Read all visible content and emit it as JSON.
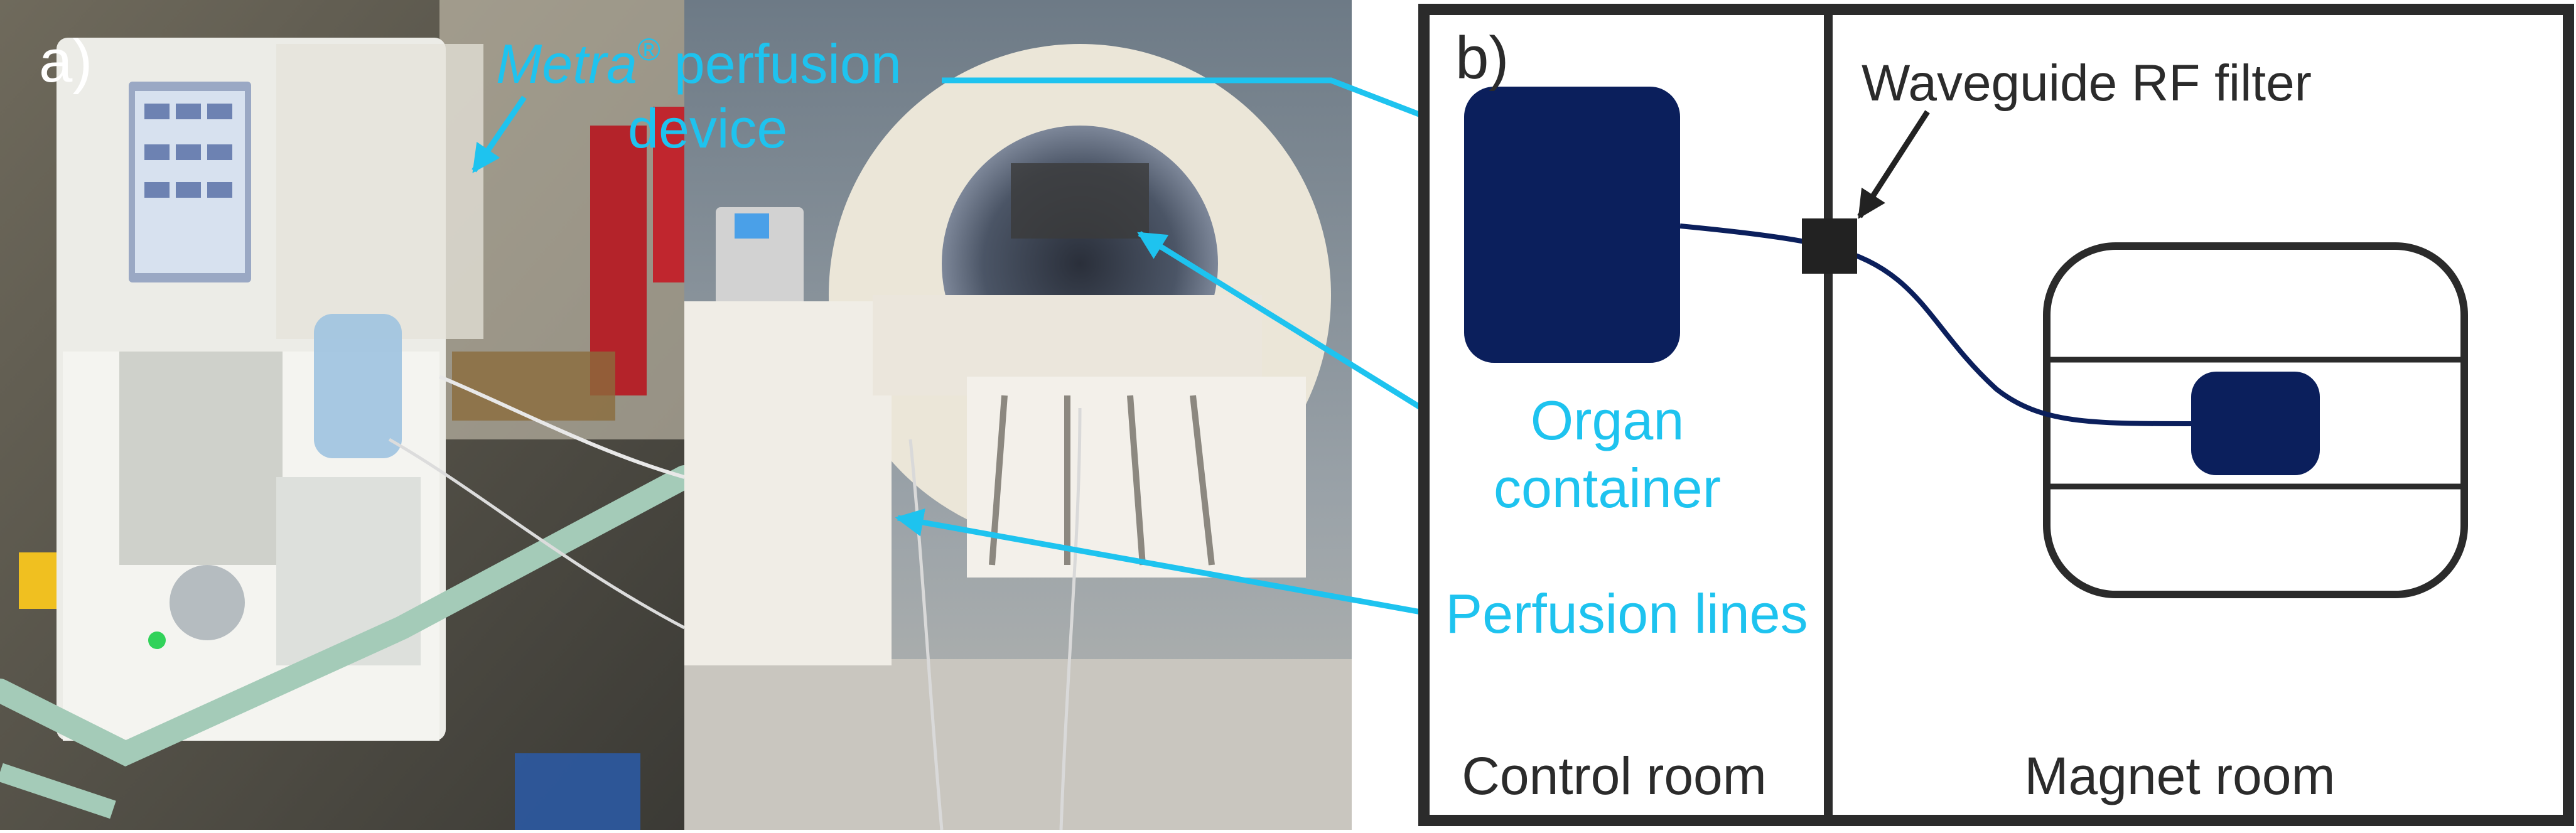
{
  "panel_a": {
    "label": "a)",
    "callout_device_italic": "Metra",
    "callout_device_sup": "®",
    "callout_device_rest": "perfusion",
    "callout_device_line2": "device"
  },
  "panel_b": {
    "label": "b)",
    "waveguide_label": "Waveguide RF filter",
    "organ_label_line1": "Organ",
    "organ_label_line2": "container",
    "perfusion_label": "Perfusion lines",
    "control_room_label": "Control room",
    "magnet_room_label": "Magnet room"
  },
  "colors": {
    "callout": "#1ec3ef",
    "navy": "#0b1f5c",
    "frame": "#2b2b2b",
    "filter": "#222222"
  }
}
